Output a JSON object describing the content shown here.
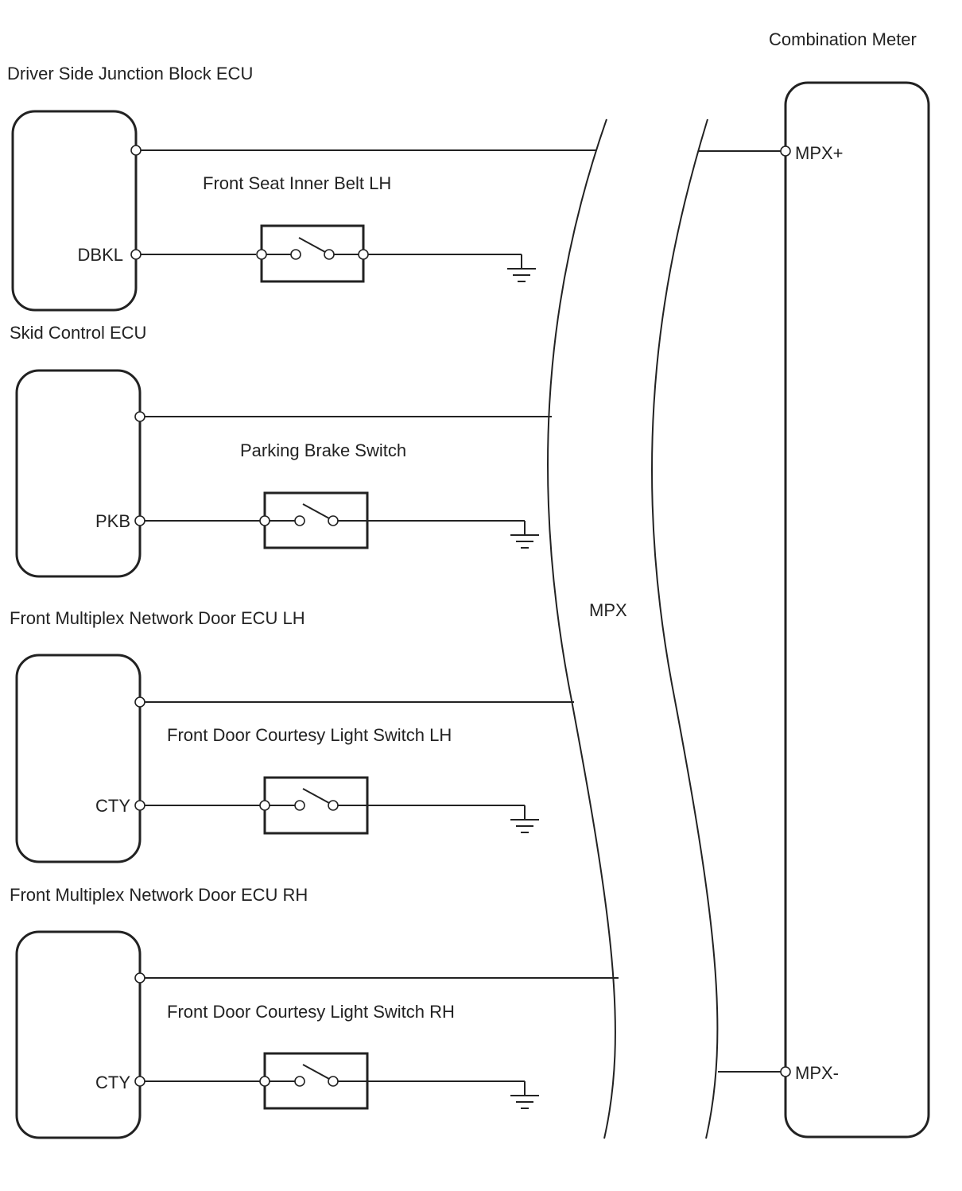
{
  "meter": {
    "title": "Combination Meter",
    "pin_top": "MPX+",
    "pin_bottom": "MPX-"
  },
  "bus": {
    "label": "MPX"
  },
  "units": [
    {
      "ecu": "Driver Side Junction Block ECU",
      "switch": "Front Seat Inner Belt LH",
      "pin": "DBKL"
    },
    {
      "ecu": "Skid Control ECU",
      "switch": "Parking Brake Switch",
      "pin": "PKB"
    },
    {
      "ecu": "Front Multiplex Network Door ECU LH",
      "switch": "Front Door Courtesy Light Switch LH",
      "pin": "CTY"
    },
    {
      "ecu": "Front Multiplex Network Door ECU RH",
      "switch": "Front Door Courtesy Light Switch RH",
      "pin": "CTY"
    }
  ]
}
